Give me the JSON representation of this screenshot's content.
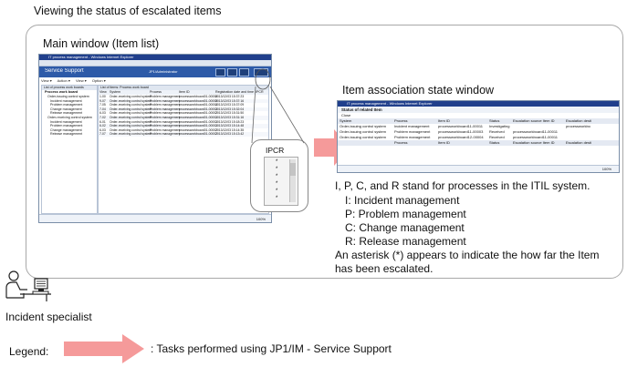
{
  "heading": "Viewing the status of escalated items",
  "main_window": {
    "caption": "Main window (Item list)",
    "title_bar": "IT process management - Windows Internet Explorer",
    "brand": "Service Support",
    "admin": "JP1/Administrator",
    "menu": [
      "View ▾",
      "Action ▾",
      "View ▾",
      "Option ▾"
    ],
    "tree_header": "List of process work boards",
    "tree_root": "Process work board",
    "tree_items": [
      "Order-issuing control system",
      "Incident management",
      "Problem management",
      "Change management",
      "Release management",
      "Order-receiving control system",
      "Incident management",
      "Problem management",
      "Change management",
      "Release management"
    ],
    "list_header": "List of items: Process work board",
    "columns": [
      "View",
      "System",
      "Process",
      "Item ID",
      "Registration date and time",
      "IPCR"
    ],
    "rows": [
      [
        "1-00",
        "Order-receiving control system",
        "Problem management",
        "processworkboard01-00006",
        "2013/12/03 15:37:23"
      ],
      [
        "9-07",
        "Order-receiving control system",
        "Problem management",
        "processworkboard01-00005",
        "2013/12/03 15:37:16"
      ],
      [
        "7-05",
        "Order-receiving control system",
        "Problem management",
        "processworkboard01-00004",
        "2013/12/03 15:37:09"
      ],
      [
        "7-04",
        "Order-receiving control system",
        "Problem management",
        "processworkboard01-00003",
        "2013/12/03 15:32:04"
      ],
      [
        "6-03",
        "Order-receiving control system",
        "Problem management",
        "processworkboard01-00002",
        "2013/12/03 15:31:50"
      ],
      [
        "7-02",
        "Order-receiving control system",
        "Problem management",
        "processworkboard01-00001",
        "2013/12/03 15:31:16"
      ],
      [
        "6-01",
        "Order-receiving control system",
        "Problem management",
        "processworkboard01-00001",
        "2013/12/03 15:18:23"
      ],
      [
        "6-02",
        "Order-receiving control system",
        "Problem management",
        "processworkboard01-00001",
        "2013/12/03 15:14:48"
      ],
      [
        "6-03",
        "Order-receiving control system",
        "Problem management",
        "processworkboard01-00002",
        "2013/12/03 15:14:35"
      ],
      [
        "7-07",
        "Order-receiving control system",
        "Problem management",
        "processworkboard01-00002",
        "2013/12/03 15:13:42"
      ]
    ],
    "zoom": "100%"
  },
  "ipcr_popout": {
    "label": "IPCR",
    "marks": [
      "*",
      "*",
      "*",
      "*",
      "*",
      "*"
    ]
  },
  "assoc_window": {
    "caption": "Item association state window",
    "title_bar": "IT process management - Windows Internet Explorer",
    "section": "Status of related Item",
    "close": "Close",
    "columns": [
      "System",
      "Process",
      "Item ID",
      "Status",
      "Escalation source Item ID",
      "Escalation desti"
    ],
    "rows": [
      [
        "Order-issuing control system",
        "Incident management",
        "processworkboard11-00011",
        "Investigating",
        "",
        "processworkbo"
      ],
      [
        "Order-issuing control system",
        "Problem management",
        "processworkboard11-00003",
        "Received",
        "processworkboard11-00011",
        ""
      ],
      [
        "Order-issuing control system",
        "Problem management",
        "processworkboard12-00004",
        "Received",
        "processworkboard11-00011",
        ""
      ]
    ],
    "footer": [
      "Process",
      "Item ID",
      "Status",
      "Escalation source Item ID",
      "Escalation desti"
    ],
    "zoom": "100%"
  },
  "explanation": {
    "intro": "I, P, C, and R stand for processes in the ITIL system.",
    "items": [
      "I: Incident management",
      "P: Problem management",
      "C: Change management",
      "R: Release management"
    ],
    "note_line1": "An asterisk (*) appears to indicate the how far the Item",
    "note_line2": "has been escalated."
  },
  "actor": {
    "label": "Incident specialist"
  },
  "legend": {
    "label": "Legend:",
    "description": ": Tasks performed using JP1/IM - Service Support"
  },
  "colors": {
    "arrow": "#f59a9a",
    "title_bar": "#203f8c",
    "panel_border": "#a8a8a8"
  }
}
